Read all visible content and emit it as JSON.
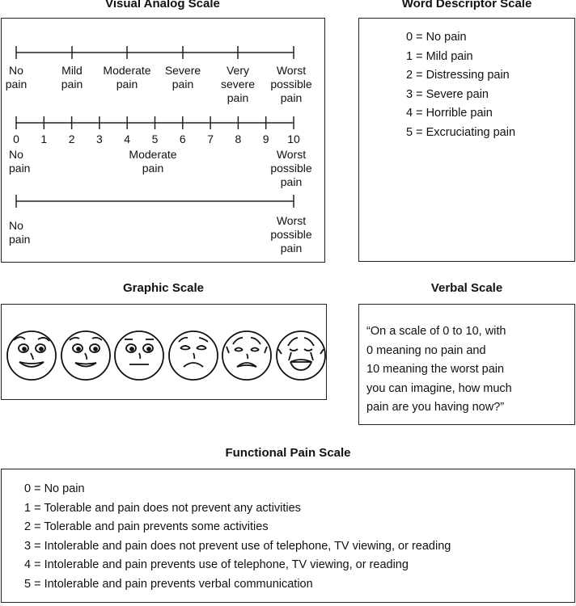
{
  "vas": {
    "title": "Visual Analog Scale",
    "scale1": {
      "labels": [
        {
          "l1": "No",
          "l2": "pain",
          "l3": ""
        },
        {
          "l1": "Mild",
          "l2": "pain",
          "l3": ""
        },
        {
          "l1": "Moderate",
          "l2": "pain",
          "l3": ""
        },
        {
          "l1": "Severe",
          "l2": "pain",
          "l3": ""
        },
        {
          "l1": "Very",
          "l2": "severe",
          "l3": "pain"
        },
        {
          "l1": "Worst",
          "l2": "possible",
          "l3": "pain"
        }
      ]
    },
    "scale2": {
      "numbers": [
        "0",
        "1",
        "2",
        "3",
        "4",
        "5",
        "6",
        "7",
        "8",
        "9",
        "10"
      ],
      "anchor_left": {
        "l1": "No",
        "l2": "pain"
      },
      "anchor_mid": {
        "l1": "Moderate",
        "l2": "pain"
      },
      "anchor_right": {
        "l1": "Worst",
        "l2": "possible",
        "l3": "pain"
      }
    },
    "scale3": {
      "anchor_left": {
        "l1": "No",
        "l2": "pain"
      },
      "anchor_right": {
        "l1": "Worst",
        "l2": "possible",
        "l3": "pain"
      }
    }
  },
  "word_scale": {
    "title": "Word Descriptor Scale",
    "items": [
      "0 = No pain",
      "1 = Mild pain",
      "2 = Distressing pain",
      "3 = Severe pain",
      "4 = Horrible pain",
      "5 = Excruciating pain"
    ]
  },
  "graphic_scale": {
    "title": "Graphic Scale",
    "faces": [
      "very-happy-face-icon",
      "happy-face-icon",
      "neutral-face-icon",
      "sad-face-icon",
      "very-sad-face-icon",
      "crying-face-icon"
    ]
  },
  "verbal_scale": {
    "title": "Verbal Scale",
    "lines": [
      "“On a scale of 0 to 10, with",
      "0 meaning no pain and",
      "10 meaning the worst pain",
      "you can imagine, how much",
      "pain are you having now?”"
    ]
  },
  "functional_scale": {
    "title": "Functional Pain Scale",
    "items": [
      "0 = No pain",
      "1 = Tolerable and pain does not prevent any activities",
      "2 = Tolerable and pain prevents some activities",
      "3 = Intolerable and pain does not prevent use of telephone, TV viewing, or reading",
      "4 = Intolerable and pain prevents use of telephone, TV viewing, or reading",
      "5 = Intolerable and pain prevents verbal communication"
    ]
  }
}
